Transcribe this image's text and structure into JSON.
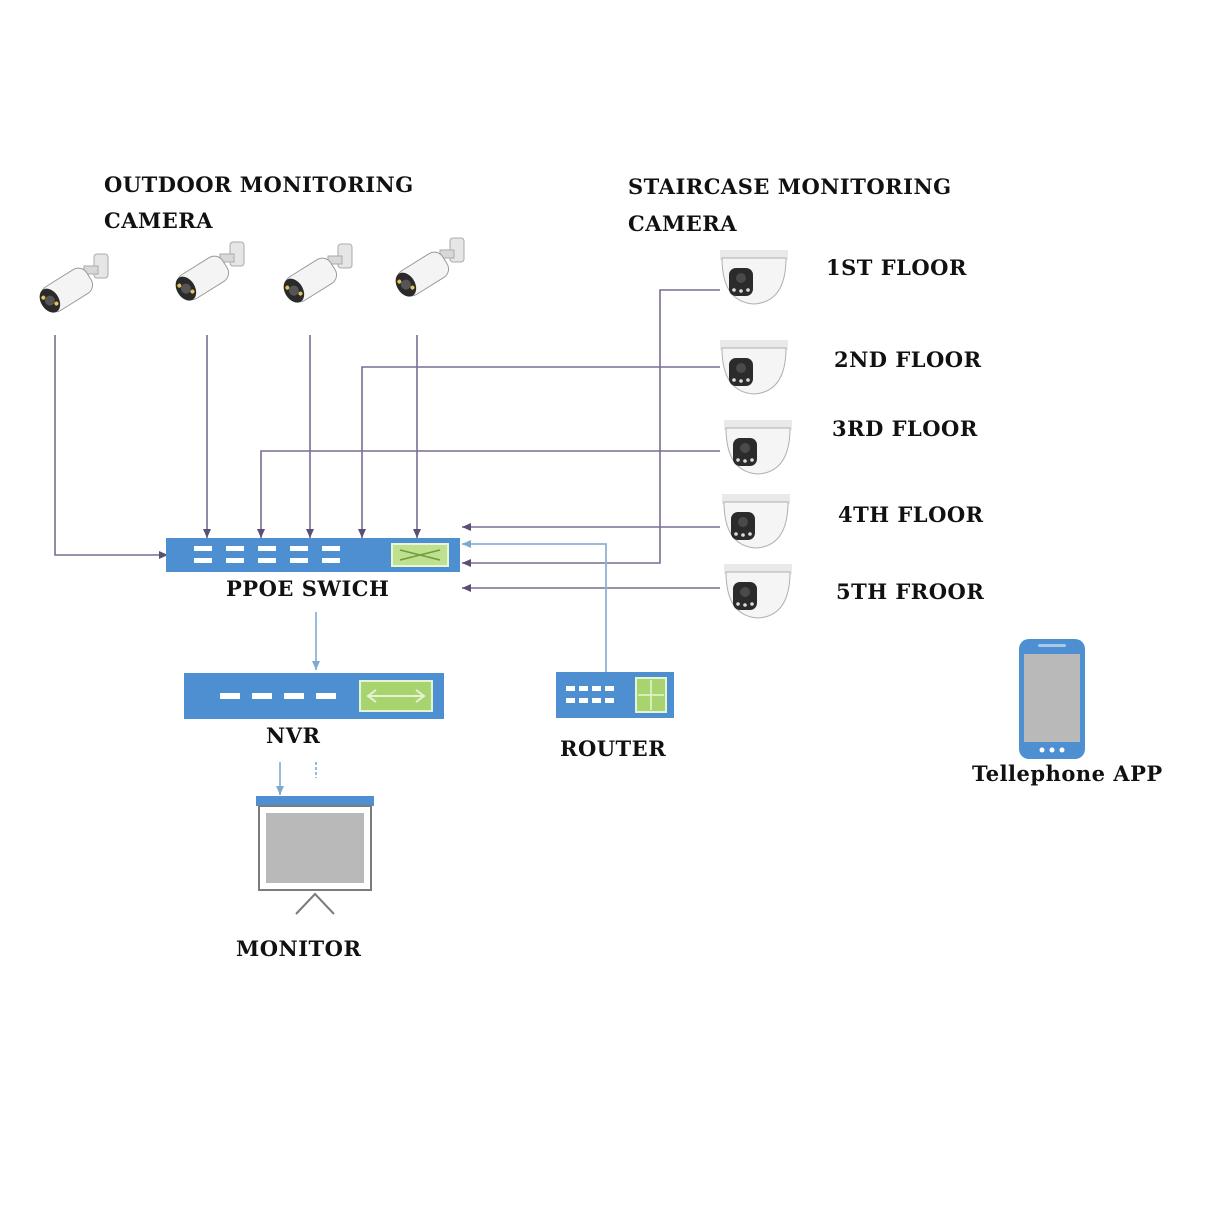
{
  "outdoor": {
    "title_line1": "OUTDOOR MONITORING",
    "title_line2": "CAMERA"
  },
  "staircase": {
    "title_line1": "STAIRCASE MONITORING",
    "title_line2": "CAMERA",
    "floors": [
      "1ST FLOOR",
      "2ND FLOOR",
      "3RD FLOOR",
      "4TH FLOOR",
      "5TH FROOR"
    ]
  },
  "devices": {
    "switch_label": "PPOE SWICH",
    "nvr_label": "NVR",
    "router_label": "ROUTER",
    "monitor_label": "MONITOR",
    "phone_label": "Tellephone APP"
  },
  "colors": {
    "device_blue": "#4e8fd1",
    "screen_gray": "#b9b9b9",
    "accent_green": "#a8d46f",
    "wire_purple": "#6a5a86",
    "wire_blue": "#8fb3d6"
  }
}
